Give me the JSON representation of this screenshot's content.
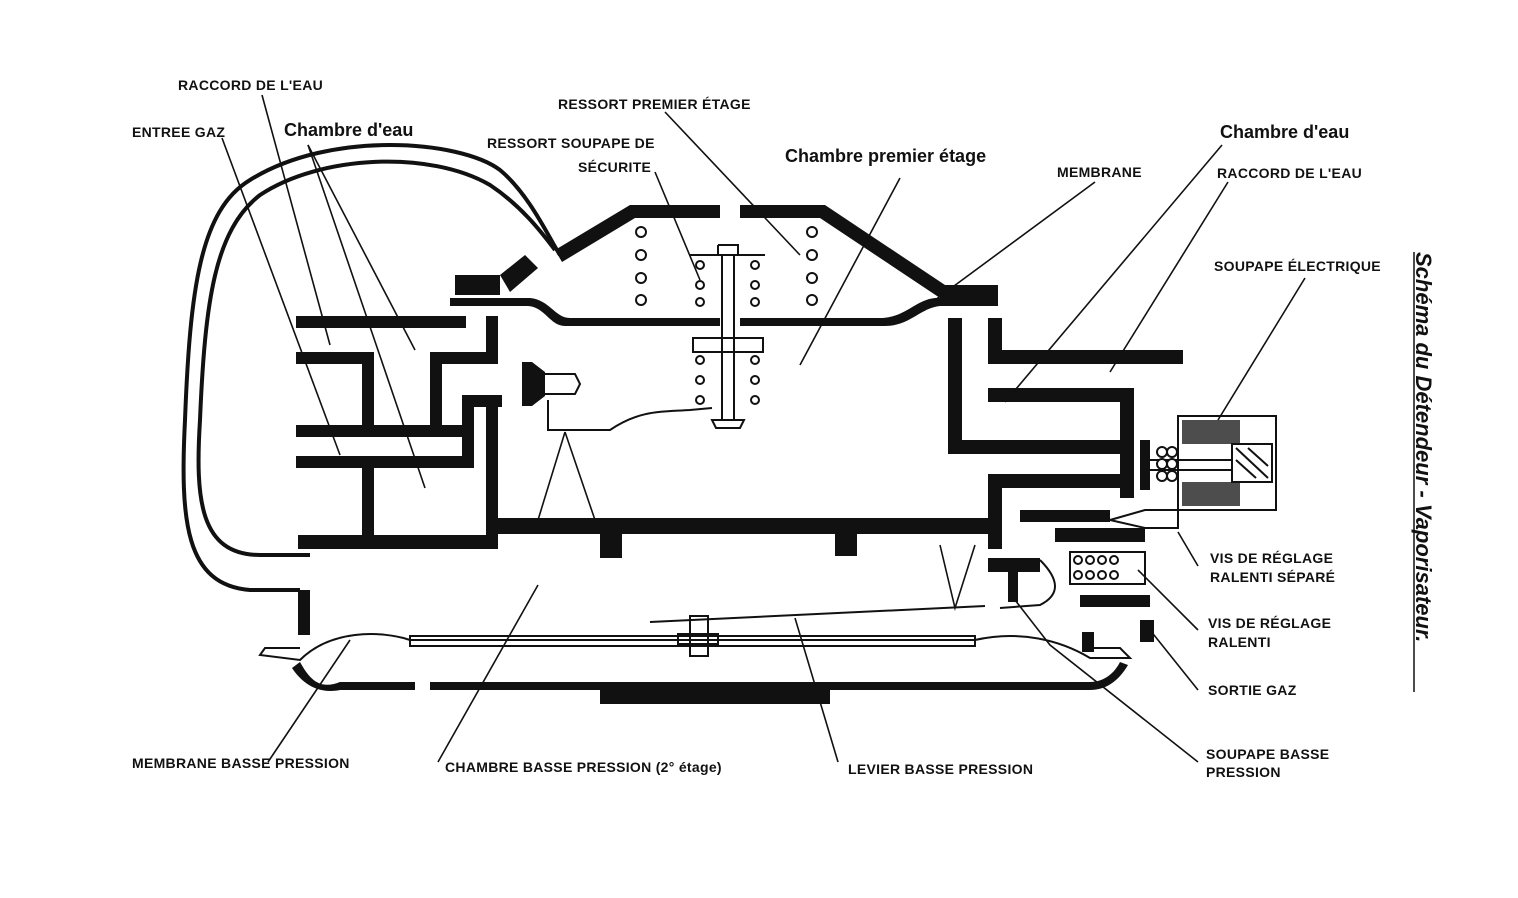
{
  "title": "Schéma du Détendeur - Vaporisateur.",
  "labels": {
    "raccord_eau_left": "RACCORD DE L'EAU",
    "entree_gaz": "ENTREE GAZ",
    "chambre_eau_left": "Chambre d'eau",
    "ressort_premier_etage": "RESSORT PREMIER ÉTAGE",
    "ressort_soupape_1": "RESSORT SOUPAPE DE",
    "ressort_soupape_2": "SÉCURITE",
    "chambre_premier_etage": "Chambre premier étage",
    "membrane": "MEMBRANE",
    "chambre_eau_right": "Chambre d'eau",
    "raccord_eau_right": "RACCORD DE L'EAU",
    "soupape_electrique": "SOUPAPE ÉLECTRIQUE",
    "vis_ralenti_separe_1": "VIS DE RÉGLAGE",
    "vis_ralenti_separe_2": "RALENTI SÉPARÉ",
    "vis_ralenti_1": "VIS DE RÉGLAGE",
    "vis_ralenti_2": "RALENTI",
    "sortie_gaz": "SORTIE GAZ",
    "soupape_bp_1": "SOUPAPE BASSE",
    "soupape_bp_2": "PRESSION",
    "membrane_bp": "MEMBRANE BASSE PRESSION",
    "chambre_bp": "CHAMBRE BASSE PRESSION (2° étage)",
    "levier_bp": "LEVIER BASSE PRESSION"
  }
}
